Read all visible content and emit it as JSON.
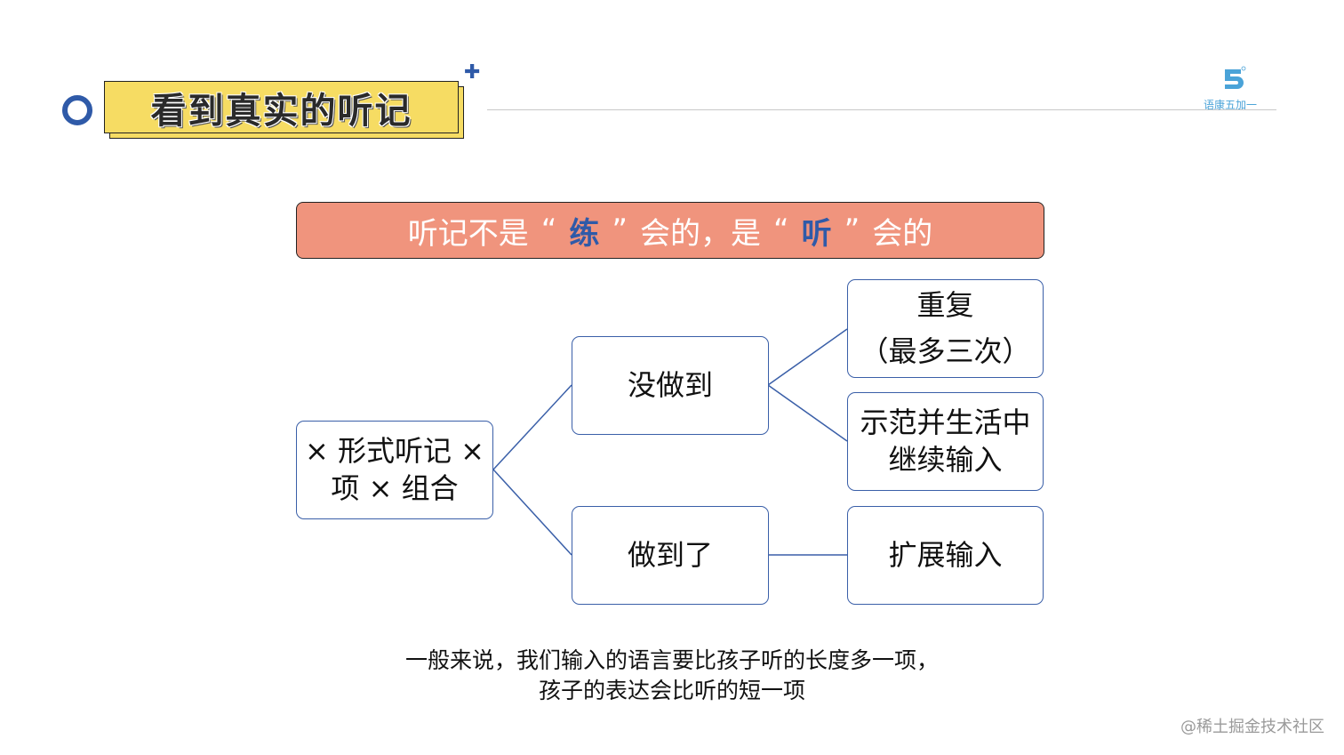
{
  "header": {
    "title": "看到真实的听记",
    "logo_text": "语康五加一"
  },
  "banner": {
    "part1": "听记不是",
    "open_quote_1": "“",
    "accent1": "练",
    "close_quote_1": "”",
    "part2": "会的，是",
    "open_quote_2": "“",
    "accent2": "听",
    "close_quote_2": "”",
    "part3": "会的"
  },
  "diagram": {
    "root": "× 形式听记 × 项 × 组合",
    "root_line1": "× 形式听记 ×",
    "root_line2": "项 × 组合",
    "branch_not_done": "没做到",
    "branch_done": "做到了",
    "leaf_repeat_line1": "重复",
    "leaf_repeat_line2": "（最多三次）",
    "leaf_demo_line1": "示范并生活中",
    "leaf_demo_line2": "继续输入",
    "leaf_expand": "扩展输入"
  },
  "caption": {
    "line1": "一般来说，我们输入的语言要比孩子听的长度多一项，",
    "line2": "孩子的表达会比听的短一项"
  },
  "watermark": "@稀土掘金技术社区",
  "colors": {
    "accent_blue": "#2f5aa8",
    "title_yellow": "#f6dc63",
    "banner_salmon": "#f0947d",
    "node_border": "#3a5fa8"
  }
}
